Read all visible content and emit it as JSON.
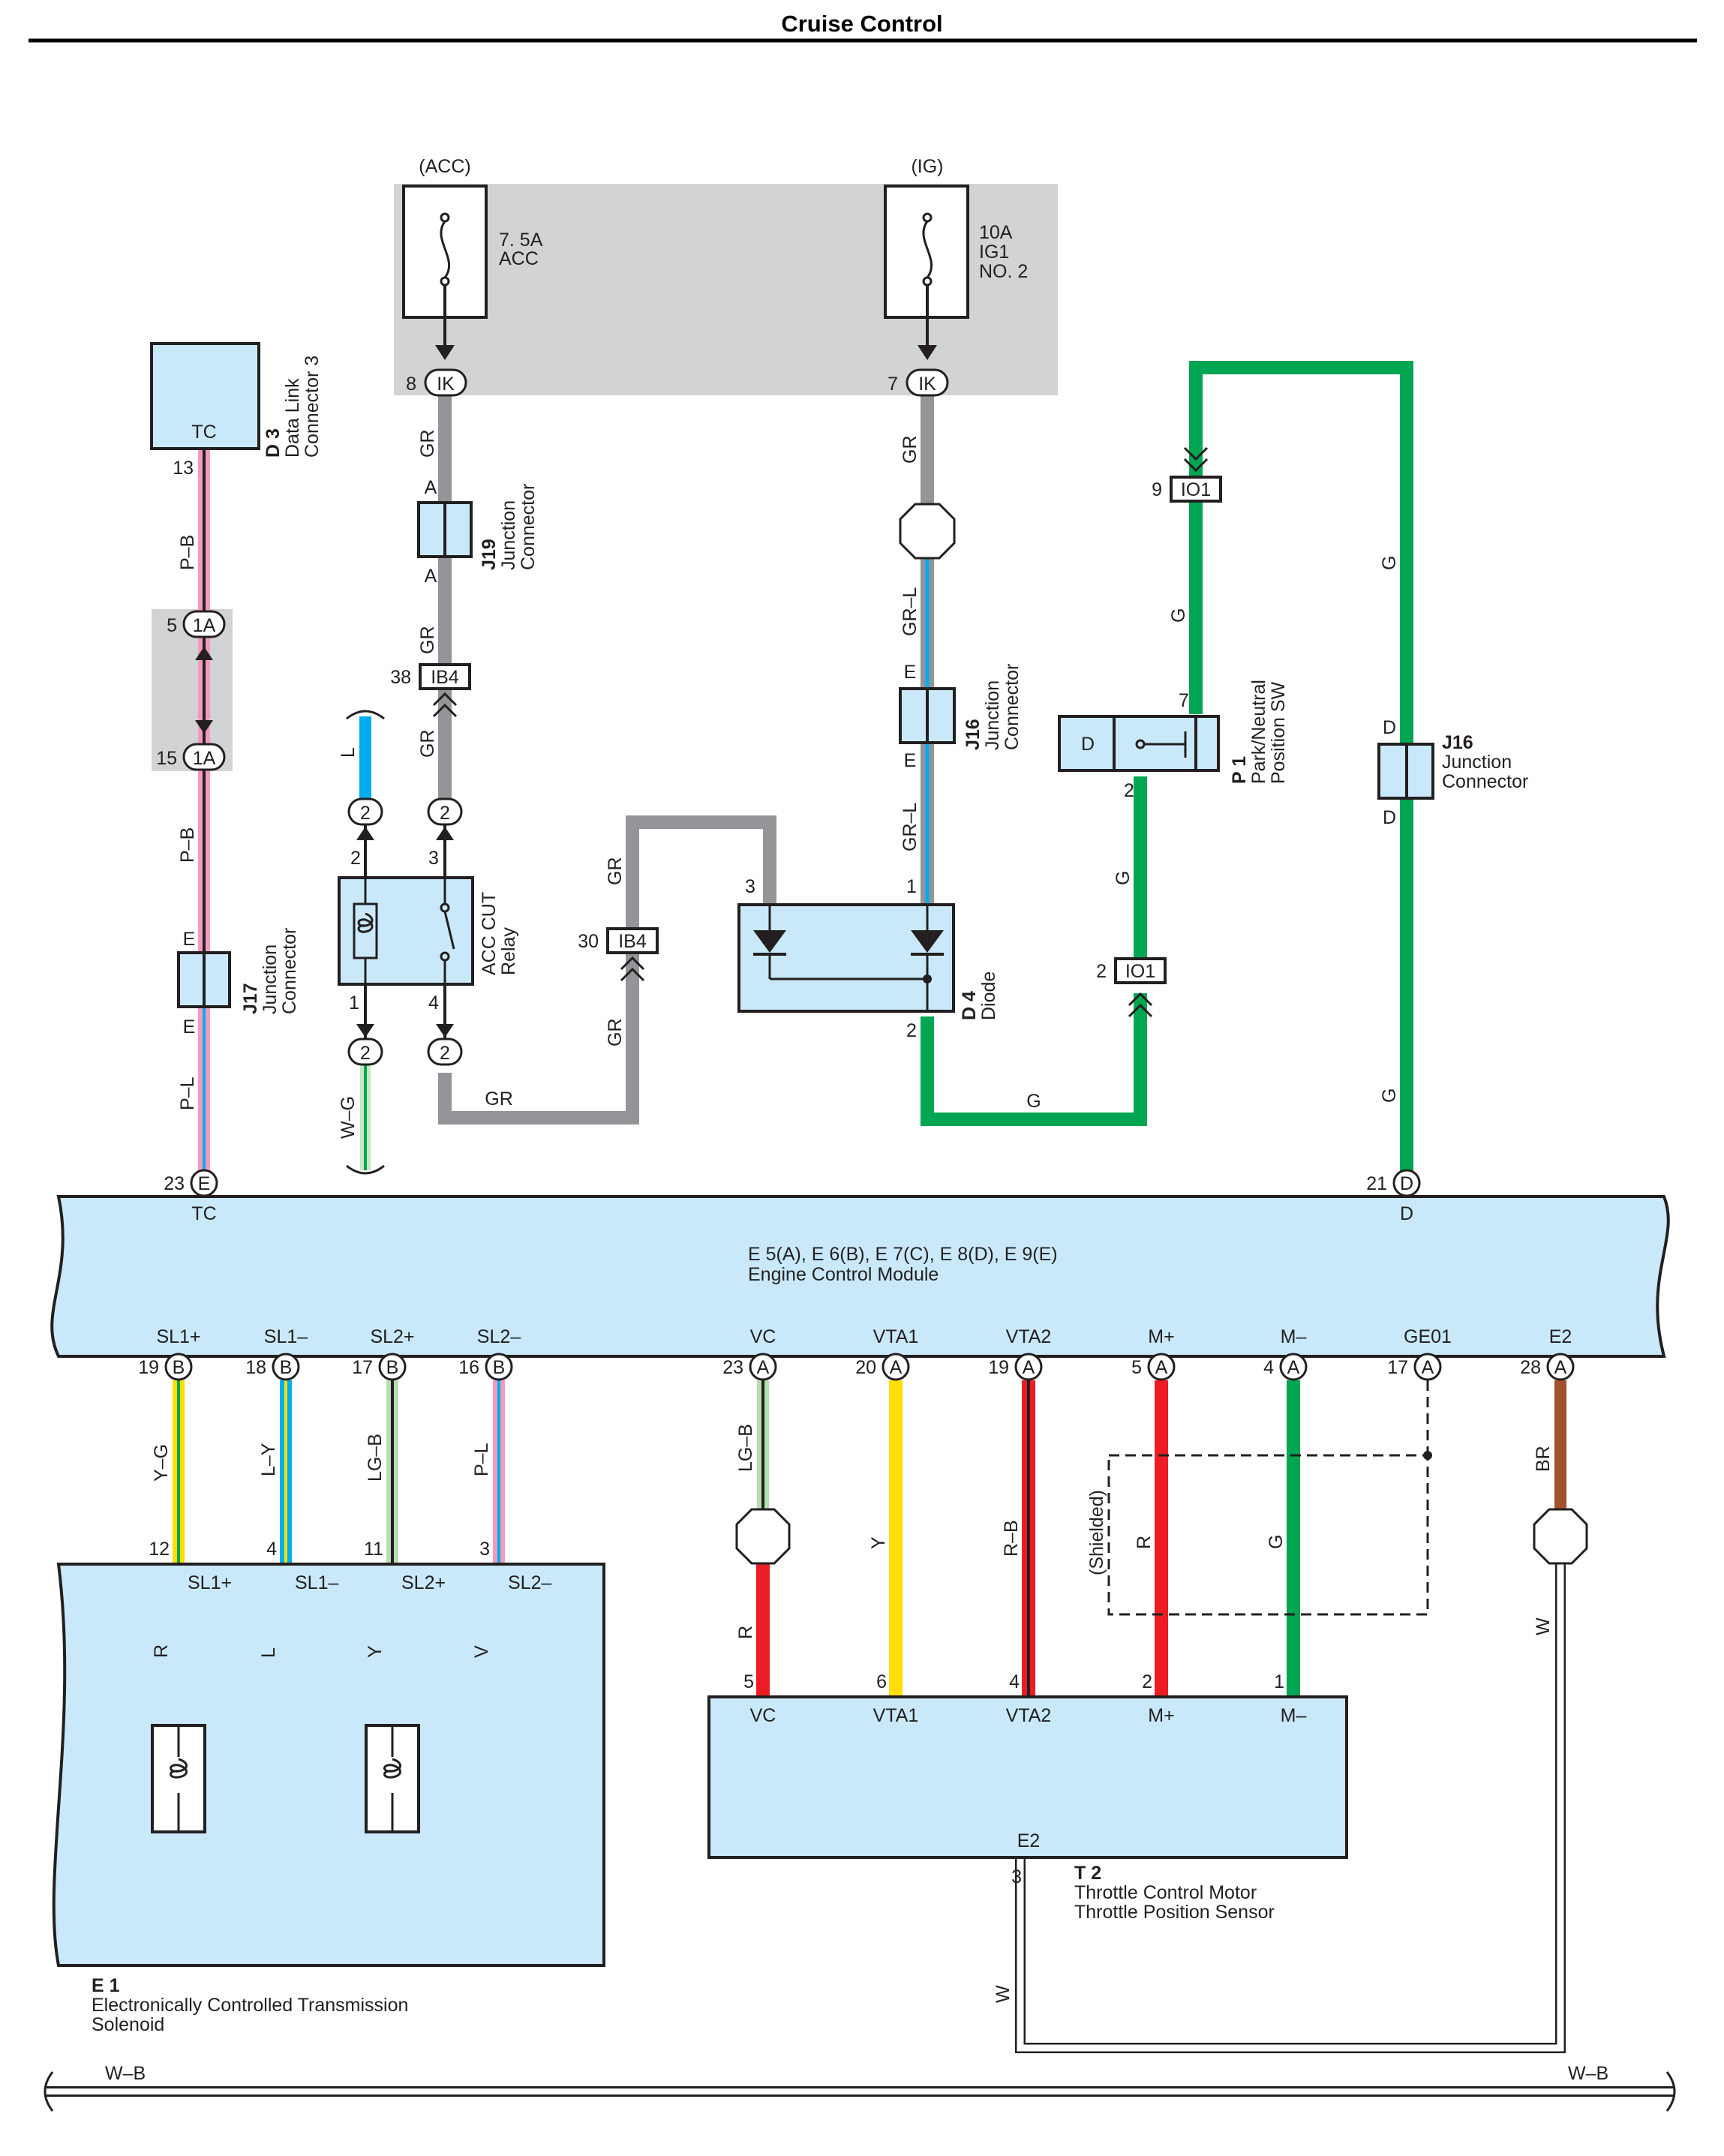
{
  "title": "Cruise Control",
  "colors": {
    "gray_area": "#d1d3d4",
    "module_fill": "#c9e9fa",
    "wire_gray": "#939598",
    "wire_green": "#00a651",
    "wire_blue": "#00aeef",
    "wire_red": "#ed1c24",
    "wire_yellow": "#ffde00",
    "wire_purple": "#662d91",
    "wire_brown": "#a0522d",
    "wire_pink": "#f49ac1",
    "line": "#231f20"
  },
  "power": {
    "acc_label": "(ACC)",
    "ig_label": "(IG)",
    "fuse1_line1": "7. 5A",
    "fuse1_line2": "ACC",
    "fuse2_line1": "10A",
    "fuse2_line2": "IG1",
    "fuse2_line3": "NO. 2",
    "fuse_icon": "fuse-icon"
  },
  "connectors": {
    "ik": "IK",
    "ik_pin_left": "8",
    "ik_pin_right": "7",
    "one_a": "1A",
    "one_a_pin_top": "5",
    "one_a_pin_bottom": "15",
    "ib4": "IB4",
    "ib4_pin_top": "38",
    "ib4_pin_mid": "30",
    "io1": "IO1",
    "io1_pin_top": "9",
    "io1_pin_mid": "2",
    "relay_pin": "2",
    "letter_a": "A",
    "letter_e": "E",
    "letter_d": "D",
    "letter_b": "B"
  },
  "components": {
    "d3_id": "D 3",
    "d3_line1": "Data Link",
    "d3_line2": "Connector 3",
    "d3_term": "TC",
    "d3_pin": "13",
    "j17_id": "J17",
    "j17_line1": "Junction",
    "j17_line2": "Connector",
    "j19_id": "J19",
    "j19_line1": "Junction",
    "j19_line2": "Connector",
    "j16_id": "J16",
    "j16_line1": "Junction",
    "j16_line2": "Connector",
    "relay_line1": "ACC CUT",
    "relay_line2": "Relay",
    "relay_pin1": "1",
    "relay_pin2": "2",
    "relay_pin3": "3",
    "relay_pin4": "4",
    "d4_id": "D 4",
    "d4_name": "Diode",
    "d4_pin1": "1",
    "d4_pin2": "2",
    "d4_pin3": "3",
    "p1_id": "P 1",
    "p1_line1": "Park/Neutral",
    "p1_line2": "Position SW",
    "p1_term": "D",
    "p1_pin7": "7",
    "p1_pin2": "2",
    "ecm_line1": "E 5(A), E 6(B), E 7(C), E 8(D), E 9(E)",
    "ecm_line2": "Engine Control Module",
    "ecm_tc": "TC",
    "ecm_d": "D",
    "ecm_pin23": "23",
    "ecm_pin21": "21",
    "e1_id": "E 1",
    "e1_line1": "Electronically Controlled Transmission",
    "e1_line2": "Solenoid",
    "t2_id": "T 2",
    "t2_line1": "Throttle Control Motor",
    "t2_line2": "Throttle Position Sensor",
    "t2_e2": "E2",
    "t2_pin3": "3"
  },
  "ecm_bottom_terms": [
    {
      "label": "SL1+",
      "pin": "19",
      "conn": "B"
    },
    {
      "label": "SL1–",
      "pin": "18",
      "conn": "B"
    },
    {
      "label": "SL2+",
      "pin": "17",
      "conn": "B"
    },
    {
      "label": "SL2–",
      "pin": "16",
      "conn": "B"
    },
    {
      "label": "VC",
      "pin": "23",
      "conn": "A"
    },
    {
      "label": "VTA1",
      "pin": "20",
      "conn": "A"
    },
    {
      "label": "VTA2",
      "pin": "19",
      "conn": "A"
    },
    {
      "label": "M+",
      "pin": "5",
      "conn": "A"
    },
    {
      "label": "M–",
      "pin": "4",
      "conn": "A"
    },
    {
      "label": "GE01",
      "pin": "17",
      "conn": "A"
    },
    {
      "label": "E2",
      "pin": "28",
      "conn": "A"
    }
  ],
  "e1_terms": [
    {
      "label": "SL1+",
      "pin": "12"
    },
    {
      "label": "SL1–",
      "pin": "4"
    },
    {
      "label": "SL2+",
      "pin": "11"
    },
    {
      "label": "SL2–",
      "pin": "3"
    }
  ],
  "t2_terms": [
    {
      "label": "VC",
      "pin": "5"
    },
    {
      "label": "VTA1",
      "pin": "6"
    },
    {
      "label": "VTA2",
      "pin": "4"
    },
    {
      "label": "M+",
      "pin": "2"
    },
    {
      "label": "M–",
      "pin": "1"
    }
  ],
  "wire_codes": {
    "gr": "GR",
    "gr_l": "GR–L",
    "g": "G",
    "l": "L",
    "w_g": "W–G",
    "p_b": "P–B",
    "p_l": "P–L",
    "y_g": "Y–G",
    "l_y": "L–Y",
    "lg_b": "LG–B",
    "lg_b2": "LG–B",
    "y": "Y",
    "r_b": "R–B",
    "r": "R",
    "br": "BR",
    "w": "W",
    "v": "V",
    "w_b": "W–B",
    "shielded": "(Shielded)"
  }
}
